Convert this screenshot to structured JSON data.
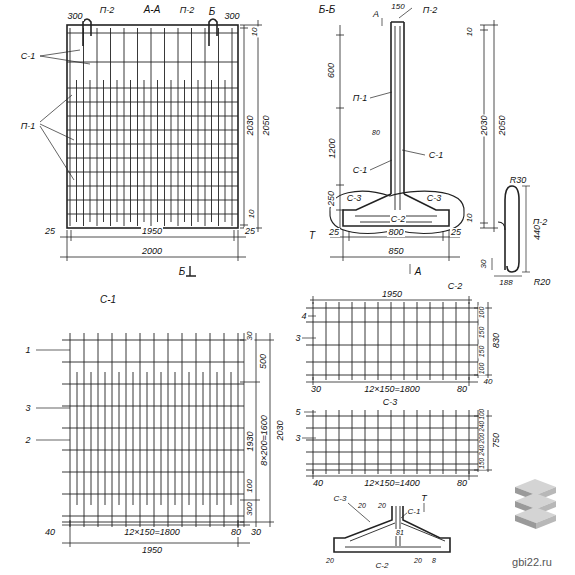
{
  "diagram": {
    "labels": [
      "А-А",
      "300",
      "П-2",
      "П-2",
      "Б",
      "300",
      "10",
      "С-1",
      "П-1",
      "2030",
      "2050",
      "10",
      "25",
      "1950",
      "25",
      "2000",
      "Б",
      "Б-Б",
      "А",
      "150",
      "П-2",
      "10",
      "600",
      "П-1",
      "80",
      "1200",
      "С-1",
      "С-1",
      "2030",
      "2050",
      "250",
      "С-3",
      "С-3",
      "С-2",
      "Т",
      "10",
      "25",
      "800",
      "25",
      "850",
      "А",
      "П-2",
      "R30",
      "440",
      "30",
      "188",
      "R20",
      "С-1",
      "1",
      "3",
      "2",
      "30",
      "500",
      "8×200=1600",
      "1930",
      "2030",
      "100",
      "300",
      "40",
      "12×150=1800",
      "80",
      "30",
      "1950",
      "С-2",
      "1950",
      "4",
      "3",
      "100",
      "150",
      "150",
      "100",
      "830",
      "30",
      "12×150=1800",
      "80",
      "40",
      "С-3",
      "5",
      "3",
      "100",
      "240",
      "200",
      "240",
      "150",
      "750",
      "40",
      "12×150=1400",
      "80",
      "С-3",
      "20",
      "20",
      "Т",
      "С-1",
      "81",
      "20",
      "С-2",
      "20",
      "8",
      "gbi22.ru"
    ]
  }
}
